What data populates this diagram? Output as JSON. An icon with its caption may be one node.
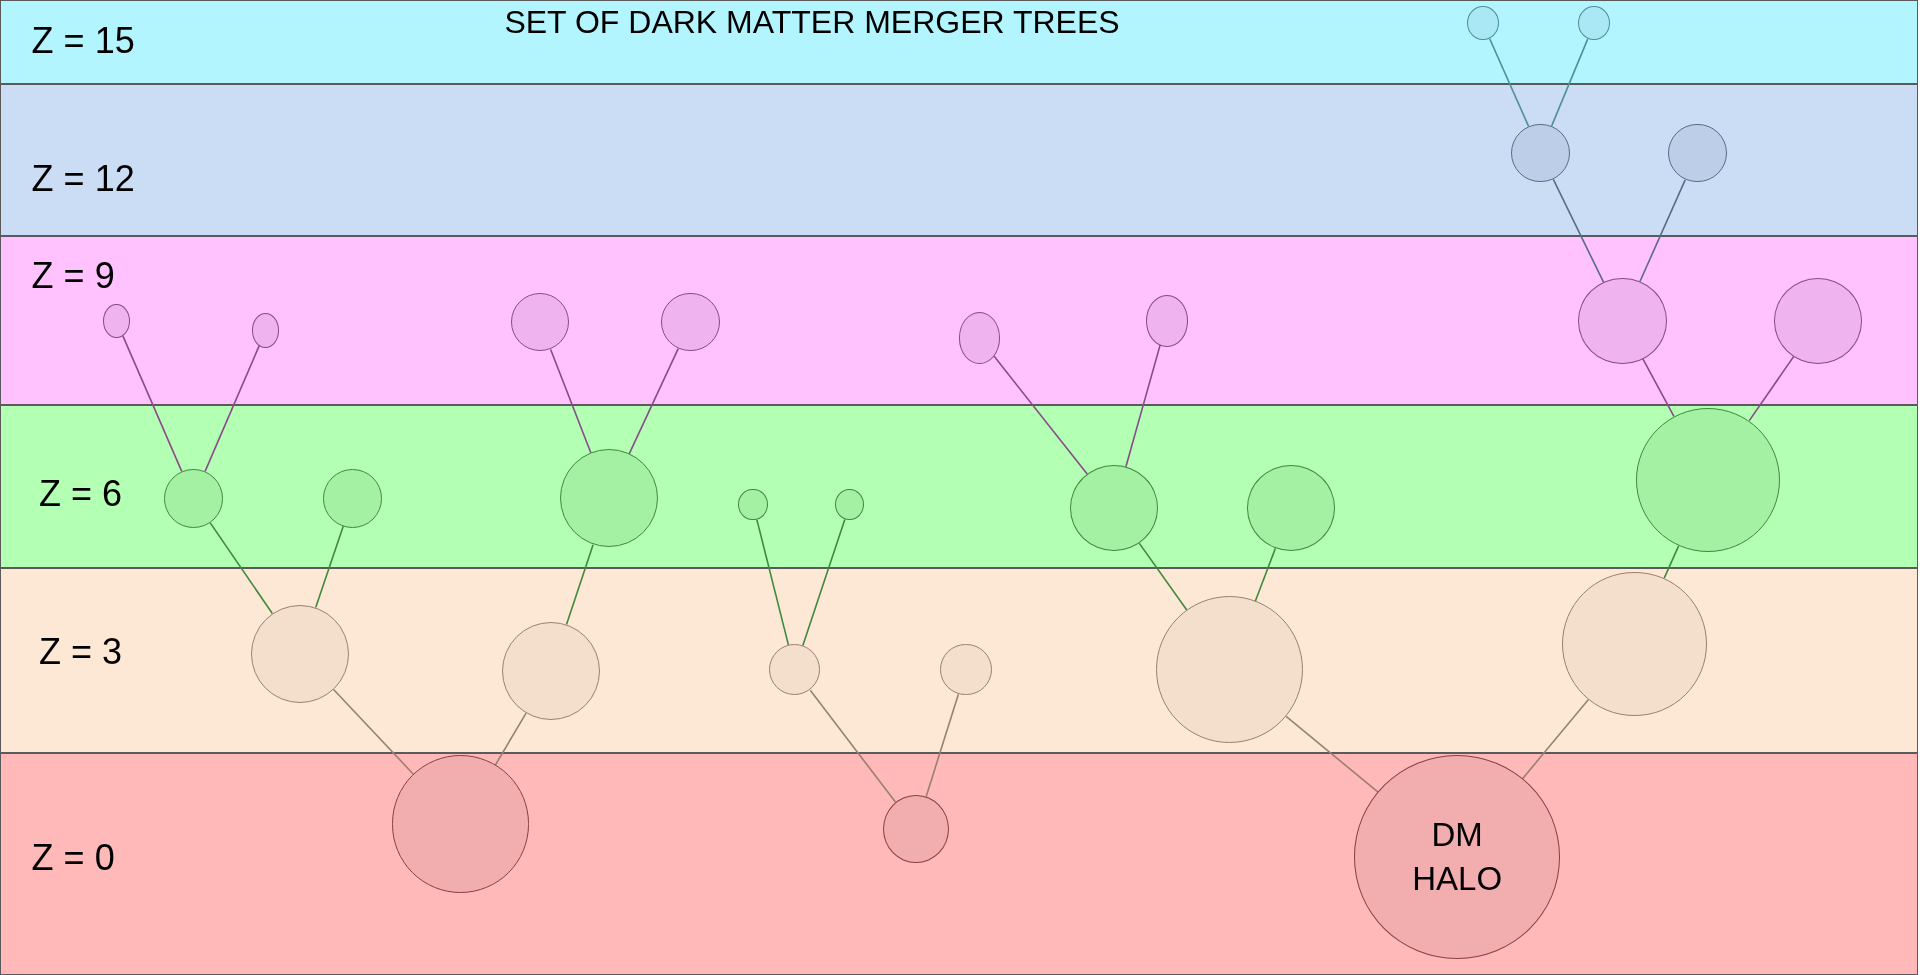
{
  "diagram": {
    "title": "SET OF DARK MATTER MERGER TREES",
    "nodes": [
      {
        "text": [
          "Z = 15"
        ]
      },
      {
        "text": [
          "Z = 12"
        ]
      },
      {
        "text": [
          "Z = 9"
        ]
      },
      {
        "text": [
          "Z = 6"
        ]
      },
      {
        "text": [
          "Z = 3"
        ]
      },
      {
        "text": [
          "Z = 0"
        ]
      },
      {
        "text": [],
        "shape": "circle",
        "in": 2
      },
      {
        "text": [],
        "shape": "circle",
        "in": 2
      },
      {
        "text": [],
        "shape": "circle",
        "in": 3
      },
      {
        "text": [],
        "shape": "circle",
        "in": 3
      },
      {
        "text": [],
        "shape": "circle",
        "in": 4
      },
      {
        "text": [],
        "shape": "circle",
        "in": 2
      },
      {
        "text": [],
        "shape": "circle",
        "in": 2
      },
      {
        "text": [],
        "shape": "circle",
        "in": 3
      },
      {
        "text": [],
        "shape": "circle",
        "in": 4
      },
      {
        "text": [],
        "shape": "circle",
        "in": 5
      },
      {
        "text": [],
        "shape": "circle",
        "in": 3
      },
      {
        "text": [],
        "shape": "circle",
        "in": 3
      },
      {
        "text": [],
        "shape": "circle",
        "in": 4
      },
      {
        "text": [],
        "shape": "circle",
        "in": 4
      },
      {
        "text": [],
        "shape": "circle",
        "in": 5
      },
      {
        "text": [],
        "shape": "circle",
        "in": 2
      },
      {
        "text": [],
        "shape": "circle",
        "in": 2
      },
      {
        "text": [],
        "shape": "circle",
        "in": 3
      },
      {
        "text": [],
        "shape": "circle",
        "in": 3
      },
      {
        "text": [],
        "shape": "circle",
        "in": 4
      },
      {
        "text": [
          "DM HALO"
        ],
        "in": 5
      },
      {
        "text": [],
        "shape": "circle",
        "in": 0
      },
      {
        "text": [],
        "shape": "circle",
        "in": 0
      },
      {
        "text": [],
        "shape": "circle",
        "in": 1
      },
      {
        "text": [],
        "shape": "circle",
        "in": 1
      },
      {
        "text": [],
        "shape": "circle",
        "in": 2
      },
      {
        "text": [],
        "shape": "circle",
        "in": 2
      },
      {
        "text": [],
        "shape": "circle",
        "in": 3
      },
      {
        "text": [],
        "shape": "circle",
        "in": 4
      }
    ],
    "edges": [
      {
        "from": 6,
        "to": 8,
        "arrow": "none"
      },
      {
        "from": 7,
        "to": 8,
        "arrow": "none"
      },
      {
        "from": 8,
        "to": 10,
        "arrow": "none"
      },
      {
        "from": 9,
        "to": 10,
        "arrow": "none"
      },
      {
        "from": 10,
        "to": 15,
        "arrow": "none"
      },
      {
        "from": 11,
        "to": 13,
        "arrow": "none"
      },
      {
        "from": 12,
        "to": 13,
        "arrow": "none"
      },
      {
        "from": 13,
        "to": 14,
        "arrow": "none"
      },
      {
        "from": 14,
        "to": 15,
        "arrow": "none"
      },
      {
        "from": 16,
        "to": 18,
        "arrow": "none"
      },
      {
        "from": 17,
        "to": 18,
        "arrow": "none"
      },
      {
        "from": 18,
        "to": 20,
        "arrow": "none"
      },
      {
        "from": 19,
        "to": 20,
        "arrow": "none"
      },
      {
        "from": 21,
        "to": 23,
        "arrow": "none"
      },
      {
        "from": 22,
        "to": 23,
        "arrow": "none"
      },
      {
        "from": 23,
        "to": 25,
        "arrow": "none"
      },
      {
        "from": 24,
        "to": 25,
        "arrow": "none"
      },
      {
        "from": 25,
        "to": 26,
        "arrow": "none"
      },
      {
        "from": 27,
        "to": 29,
        "arrow": "none"
      },
      {
        "from": 28,
        "to": 29,
        "arrow": "none"
      },
      {
        "from": 29,
        "to": 31,
        "arrow": "none"
      },
      {
        "from": 30,
        "to": 31,
        "arrow": "none"
      },
      {
        "from": 31,
        "to": 33,
        "arrow": "none"
      },
      {
        "from": 32,
        "to": 33,
        "arrow": "none"
      },
      {
        "from": 33,
        "to": 34,
        "arrow": "none"
      },
      {
        "from": 34,
        "to": 26,
        "arrow": "none"
      }
    ]
  }
}
